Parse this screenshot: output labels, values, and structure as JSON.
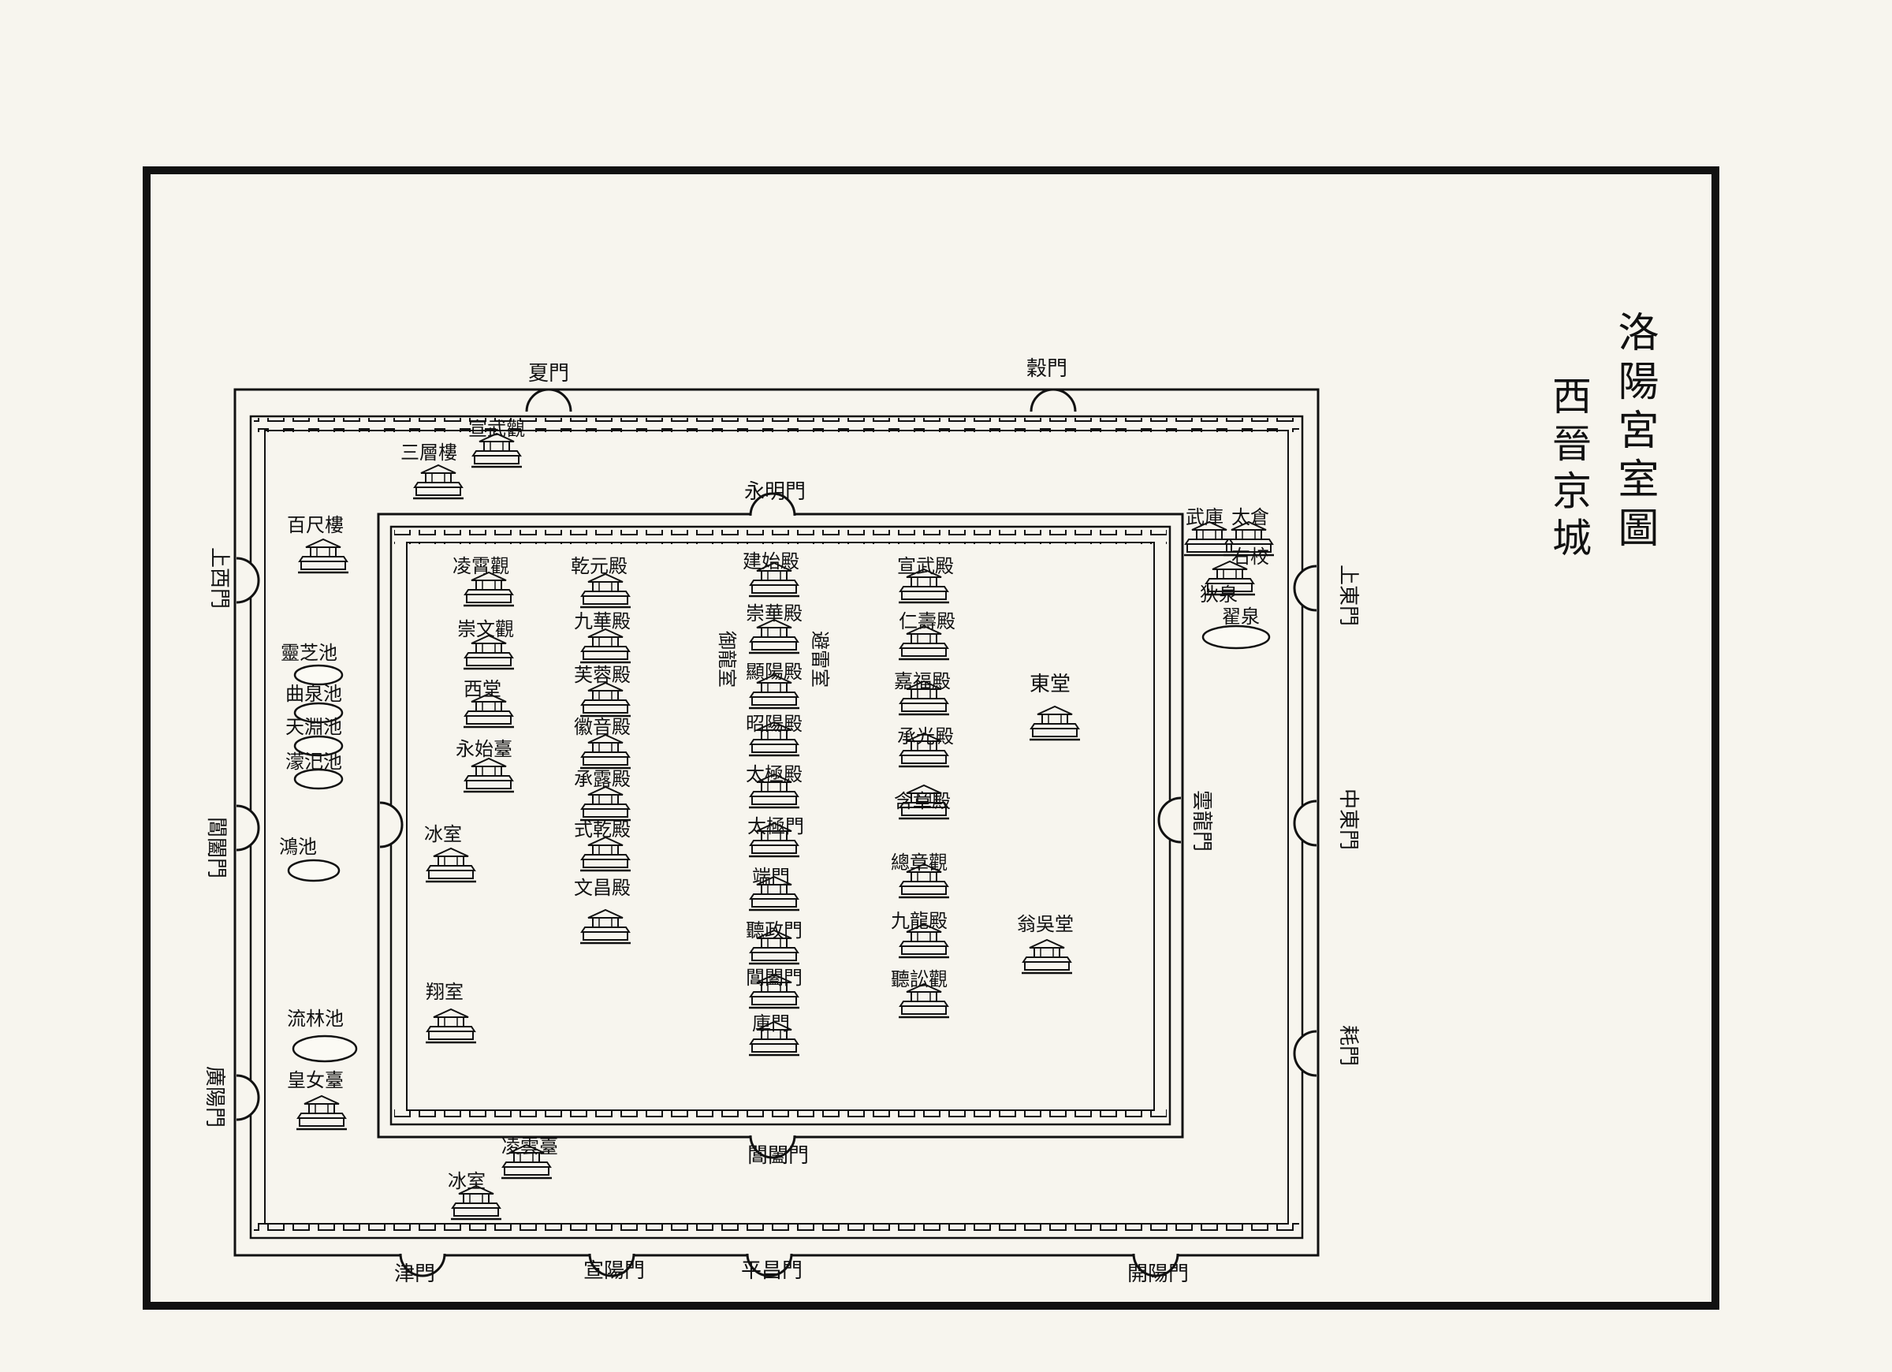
{
  "title": "洛陽宮室圖",
  "subtitle": "西晉京城",
  "outer_gates": {
    "north": [
      "夏門",
      "穀門"
    ],
    "south": [
      "津門",
      "宣陽門",
      "平昌門",
      "開陽門"
    ],
    "west": [
      "上西門",
      "閶闔門",
      "廣陽門"
    ],
    "east": [
      "上東門",
      "中東門",
      "耗門"
    ]
  },
  "palace_gates": {
    "north": "永明門",
    "south": "閶闔門",
    "west": "",
    "east": "雲龍門"
  },
  "buildings": {
    "between_walls": [
      "三層樓",
      "宣武觀",
      "百尺樓",
      "太倉",
      "武庫",
      "右校",
      "狄泉",
      "凌雲臺",
      "冰室"
    ],
    "ponds": [
      "靈芝池",
      "曲泉池",
      "天淵池",
      "濛汜池",
      "鴻池",
      "翟泉",
      "流林池"
    ],
    "west_column": [
      "凌霄觀",
      "崇文觀",
      "西堂",
      "永始臺",
      "冰室",
      "翔室",
      "皇女臺"
    ],
    "column2": [
      "乾元殿",
      "九華殿",
      "芙蓉殿",
      "徽音殿",
      "承露殿",
      "式乾殿",
      "文昌殿"
    ],
    "center_axis": [
      "建始殿",
      "崇華殿",
      "顯陽殿",
      "昭陽殿",
      "太極殿",
      "太極門",
      "端門",
      "聽政門",
      "閶闔門",
      "庫門"
    ],
    "center_side": [
      "御龍室",
      "避雷室"
    ],
    "column4": [
      "宣武殿",
      "仁壽殿",
      "嘉福殿",
      "承光殿",
      "含章殿",
      "總章觀",
      "九龍殿",
      "聽訟觀"
    ],
    "east_side": [
      "東堂",
      "翁吳堂"
    ]
  },
  "colors": {
    "paper": "#f7f5ee",
    "ink": "#111111"
  }
}
